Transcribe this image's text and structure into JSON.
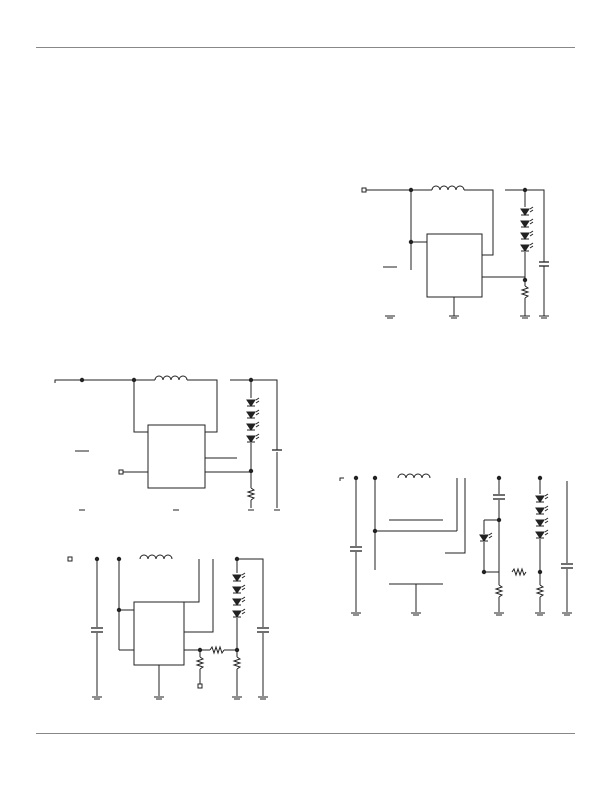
{
  "page": {
    "background": "#ffffff",
    "line_color": "#222222",
    "rule_color": "#888888"
  },
  "schematics": [
    {
      "name": "top-right-led-driver",
      "led_count": 4
    },
    {
      "name": "middle-left-led-driver",
      "led_count": 4
    },
    {
      "name": "bottom-left-led-driver",
      "led_count": 4
    },
    {
      "name": "bottom-right-led-driver",
      "led_count": 4
    }
  ]
}
